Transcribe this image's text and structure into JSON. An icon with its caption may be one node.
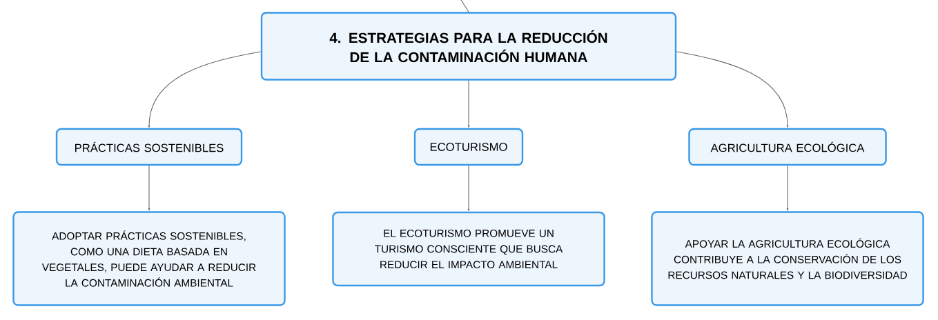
{
  "diagram": {
    "nodes": [
      {
        "text": [
          "4. ESTRATEGIAS PARA LA REDUCCIÓN DE LA CONTAMINACIÓN HUMANA"
        ]
      },
      {
        "text": [
          "PRÁCTICAS SOSTENIBLES"
        ]
      },
      {
        "text": [
          "ECOTURISMO"
        ]
      },
      {
        "text": [
          "AGRICULTURA ECOLÓGICA"
        ]
      },
      {
        "text": [
          "ADOPTAR PRÁCTICAS SOSTENIBLES, COMO UNA DIETA BASADA EN VEGETALES, PUEDE AYUDAR A REDUCIR LA CONTAMINACIÓN AMBIENTAL"
        ]
      },
      {
        "text": [
          "EL ECOTURISMO PROMUEVE UN TURISMO CONSCIENTE QUE BUSCA REDUCIR EL IMPACTO AMBIENTAL"
        ]
      },
      {
        "text": [
          "APOYAR LA AGRICULTURA ECOLÓGICA CONTRIBUYE A LA CONSERVACIÓN DE LOS RECURSOS NATURALES Y LA BIODIVERSIDAD"
        ]
      }
    ],
    "edges": [
      {
        "from": null,
        "to": 0,
        "arrow": "none"
      },
      {
        "from": 0,
        "to": 1,
        "arrow": "to"
      },
      {
        "from": 0,
        "to": 2,
        "arrow": "to"
      },
      {
        "from": 0,
        "to": 3,
        "arrow": "to"
      },
      {
        "from": 1,
        "to": 4,
        "arrow": "to"
      },
      {
        "from": 2,
        "to": 5,
        "arrow": "to"
      },
      {
        "from": 3,
        "to": 6,
        "arrow": "to"
      }
    ]
  }
}
